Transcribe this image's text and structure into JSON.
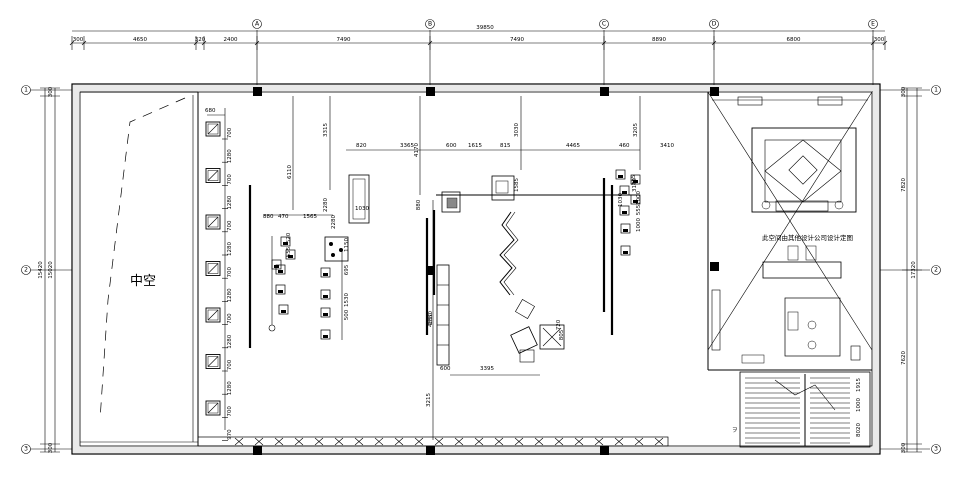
{
  "axes_top": [
    "A",
    "B",
    "C",
    "D",
    "E"
  ],
  "axes_side": [
    "1",
    "2",
    "3"
  ],
  "top_dims": {
    "overall": "39850",
    "segments": [
      "300",
      "4650",
      "320",
      "2400",
      "7490",
      "7490",
      "8890",
      "6800",
      "300"
    ]
  },
  "left_dims": {
    "outer": "15420",
    "inner": "15020"
  },
  "right_dims": {
    "outer": "17320",
    "upper": "7820",
    "lower": "7620",
    "top_small": "300",
    "bottom_small": "300"
  },
  "left_small": {
    "top": "300",
    "bottom": "300"
  },
  "window_column": {
    "width": "680",
    "items": [
      "700",
      "1280",
      "700",
      "1280",
      "700",
      "1280",
      "700",
      "1280",
      "700",
      "1280",
      "700",
      "1280",
      "700",
      "970"
    ]
  },
  "interior_dims": [
    "6110",
    "3315",
    "2280",
    "4170",
    "820",
    "3365",
    "600",
    "1615",
    "815",
    "3030",
    "4465",
    "460",
    "3410",
    "3205",
    "1585",
    "880",
    "1030",
    "880",
    "470",
    "1565",
    "2280",
    "1150",
    "1850",
    "695",
    "1530",
    "500",
    "3180",
    "4850",
    "3215",
    "600",
    "3395",
    "805",
    "720",
    "1000",
    "1915",
    "8020",
    "520",
    "555",
    "1000",
    "555",
    "1030",
    "1000",
    "555"
  ],
  "labels": {
    "void": "中空",
    "design_note": "此空间由其他设计公司设计定图"
  },
  "icons": [
    "chair-icon",
    "sofa-icon",
    "stair-icon",
    "toilet-icon",
    "sink-icon",
    "column-icon"
  ]
}
